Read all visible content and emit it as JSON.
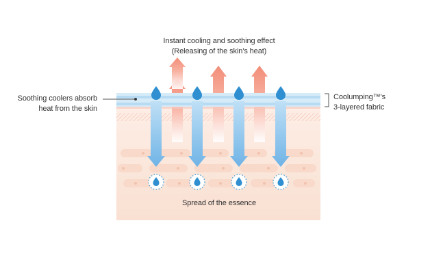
{
  "diagram": {
    "top_line1": "Instant cooling and soothing effect",
    "top_line2": "(Releasing of the skin's heat)",
    "left_line1": "Soothing coolers absorb",
    "left_line2": "heat from the skin",
    "right_line1": "Coolumping™'s",
    "right_line2": "3-layered fabric",
    "bottom": "Spread of the essence"
  },
  "colors": {
    "skin": "#fbe6da",
    "cell": "#f7d4c3",
    "fabric": "#cfe6f6",
    "cool_arrow": "#86c2ec",
    "heat_arrow": "#f59b86",
    "droplet": "#2f8fd0"
  }
}
